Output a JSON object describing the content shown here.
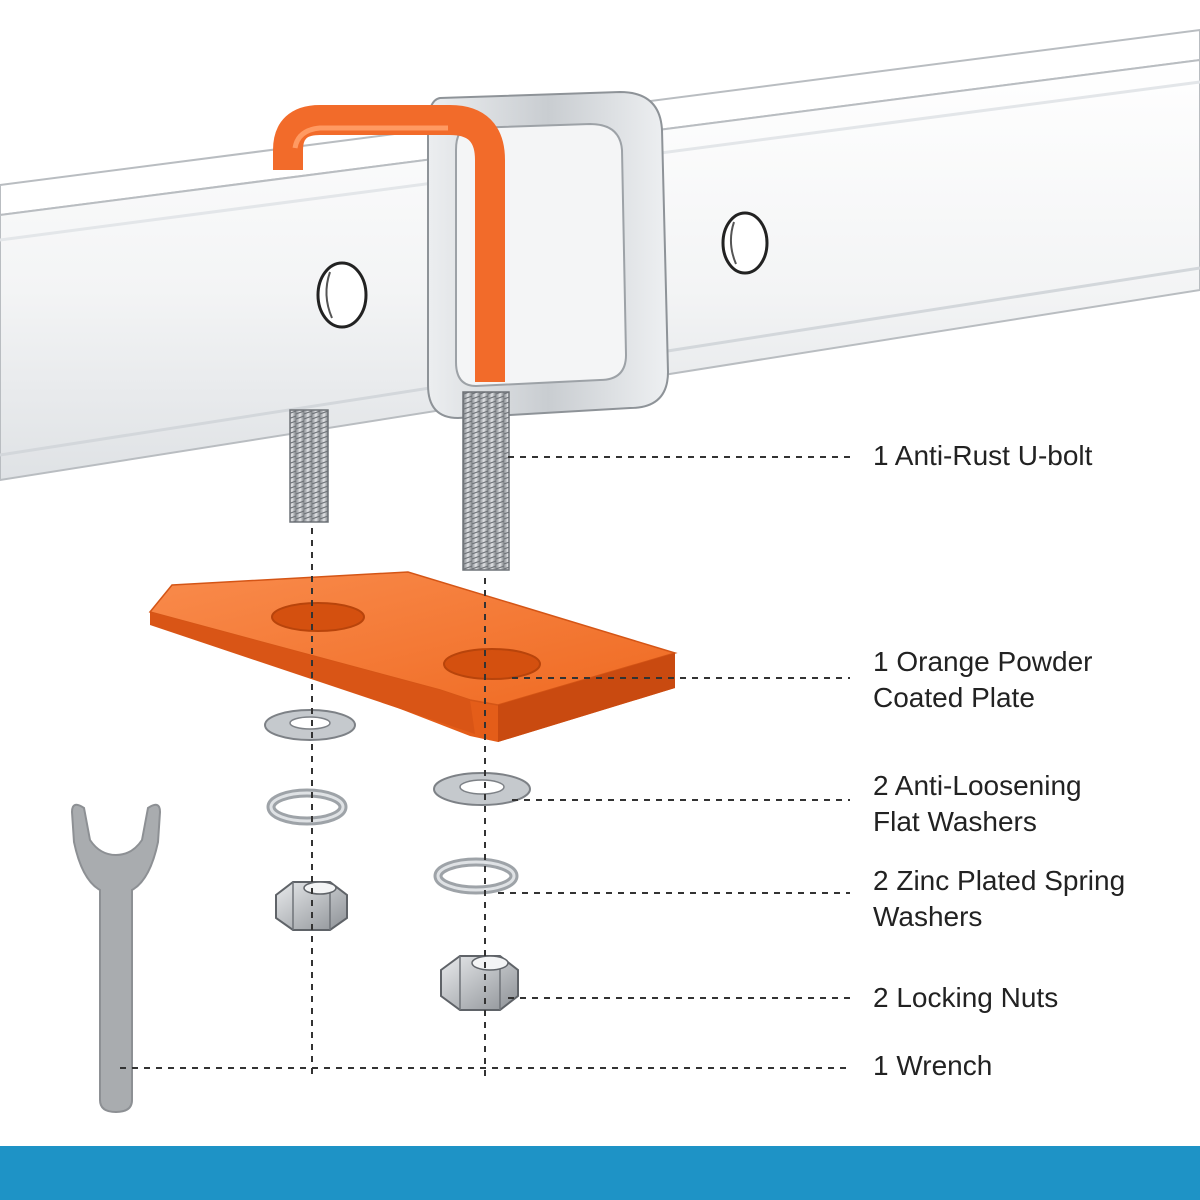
{
  "parts": [
    {
      "id": "u-bolt",
      "lines": [
        "1 Anti-Rust U-bolt"
      ]
    },
    {
      "id": "plate",
      "lines": [
        "1 Orange Powder",
        "Coated Plate"
      ]
    },
    {
      "id": "flat-washers",
      "lines": [
        "2 Anti-Loosening",
        "Flat Washers"
      ]
    },
    {
      "id": "spring-washers",
      "lines": [
        "2 Zinc Plated Spring",
        "Washers"
      ]
    },
    {
      "id": "locking-nuts",
      "lines": [
        "2 Locking Nuts"
      ]
    },
    {
      "id": "wrench",
      "lines": [
        "1 Wrench"
      ]
    }
  ],
  "colors": {
    "accent_orange": "#f26b2a",
    "bottom_band": "#1e93c6",
    "steel": "#b8bcc0",
    "leader_line": "#333333",
    "tube_fill": "#f7f8f9"
  },
  "icons": {
    "tube": "square-tube",
    "u_bolt": "u-bolt",
    "plate": "clamp-plate",
    "washer": "washer",
    "nut": "hex-nut",
    "wrench": "open-end-wrench"
  }
}
